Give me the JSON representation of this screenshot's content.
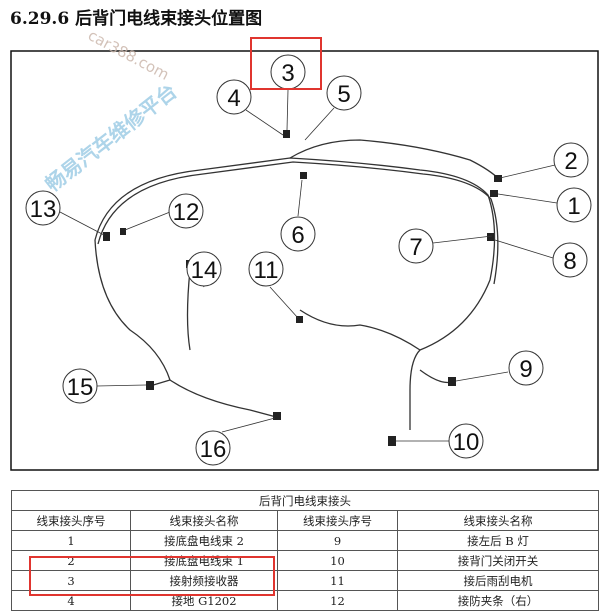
{
  "title": "6.29.6  后背门电线束接头位置图",
  "watermark": {
    "site": "car388.com",
    "name": "畅易汽车维修平台"
  },
  "diagram": {
    "callouts": [
      "1",
      "2",
      "3",
      "4",
      "5",
      "6",
      "7",
      "8",
      "9",
      "10",
      "11",
      "12",
      "13",
      "14",
      "15",
      "16"
    ],
    "highlight": "3",
    "highlight_color": "#e0352f"
  },
  "table": {
    "caption": "后背门电线束接头",
    "headers": [
      "线束接头序号",
      "线束接头名称",
      "线束接头序号",
      "线束接头名称"
    ],
    "rows": [
      [
        "1",
        "接底盘电线束 2",
        "9",
        "接左后 B 灯"
      ],
      [
        "2",
        "接底盘电线束 1",
        "10",
        "接背门关闭开关"
      ],
      [
        "3",
        "接射频接收器",
        "11",
        "接后雨刮电机"
      ],
      [
        "4",
        "接地 G1202",
        "12",
        "接防夹条（右）"
      ]
    ]
  }
}
